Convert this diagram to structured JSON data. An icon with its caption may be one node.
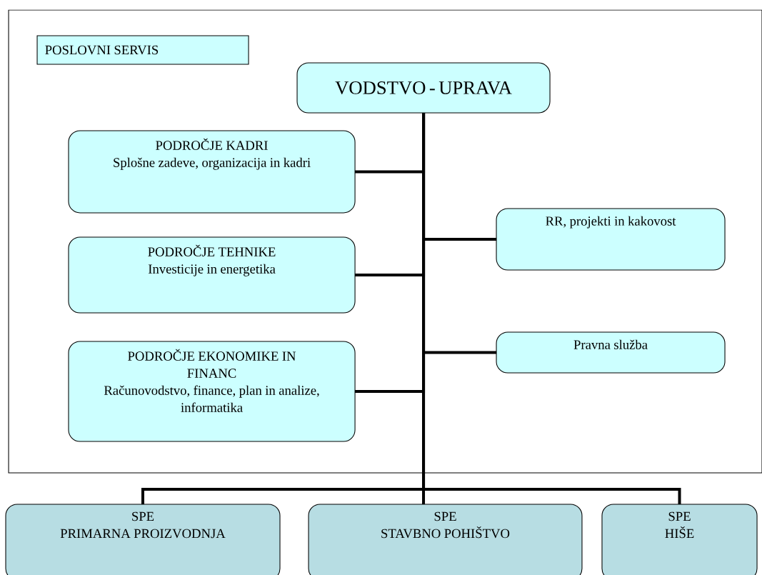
{
  "diagram": {
    "nodes": [
      {
        "text": [],
        "shape": "box"
      },
      {
        "text": [
          "POSLOVNI SERVIS"
        ],
        "in": 0
      },
      {
        "text": [
          "VODSTVO - UPRAVA"
        ],
        "in": 0
      },
      {
        "text": [
          "PODROČJE KADRI",
          "Splošne zadeve, organizacija in kadri"
        ],
        "in": 0
      },
      {
        "text": [
          "PODROČJE TEHNIKE",
          "Investicije in energetika"
        ],
        "in": 0
      },
      {
        "text": [
          "PODROČJE EKONOMIKE IN FINANC",
          "Računovodstvo, finance, plan in analize, informatika"
        ],
        "in": 0
      },
      {
        "text": [
          "RR, projekti in kakovost"
        ],
        "in": 0
      },
      {
        "text": [
          "Pravna služba"
        ],
        "in": 0
      },
      {
        "text": [
          "SPE",
          "PRIMARNA PROIZVODNJA"
        ]
      },
      {
        "text": [
          "SPE",
          "STAVBNO POHIŠTVO"
        ]
      },
      {
        "text": [
          "SPE",
          "HIŠE"
        ]
      }
    ],
    "edges": [
      {
        "from": 2,
        "to": 3,
        "arrow": "none"
      },
      {
        "from": 2,
        "to": 4,
        "arrow": "none"
      },
      {
        "from": 2,
        "to": 5,
        "arrow": "none"
      },
      {
        "from": 2,
        "to": 6,
        "arrow": "none"
      },
      {
        "from": 2,
        "to": 7,
        "arrow": "none"
      },
      {
        "from": 2,
        "to": 8,
        "arrow": "none"
      },
      {
        "from": 2,
        "to": 9,
        "arrow": "none"
      },
      {
        "from": 2,
        "to": 10,
        "arrow": "none"
      }
    ]
  }
}
